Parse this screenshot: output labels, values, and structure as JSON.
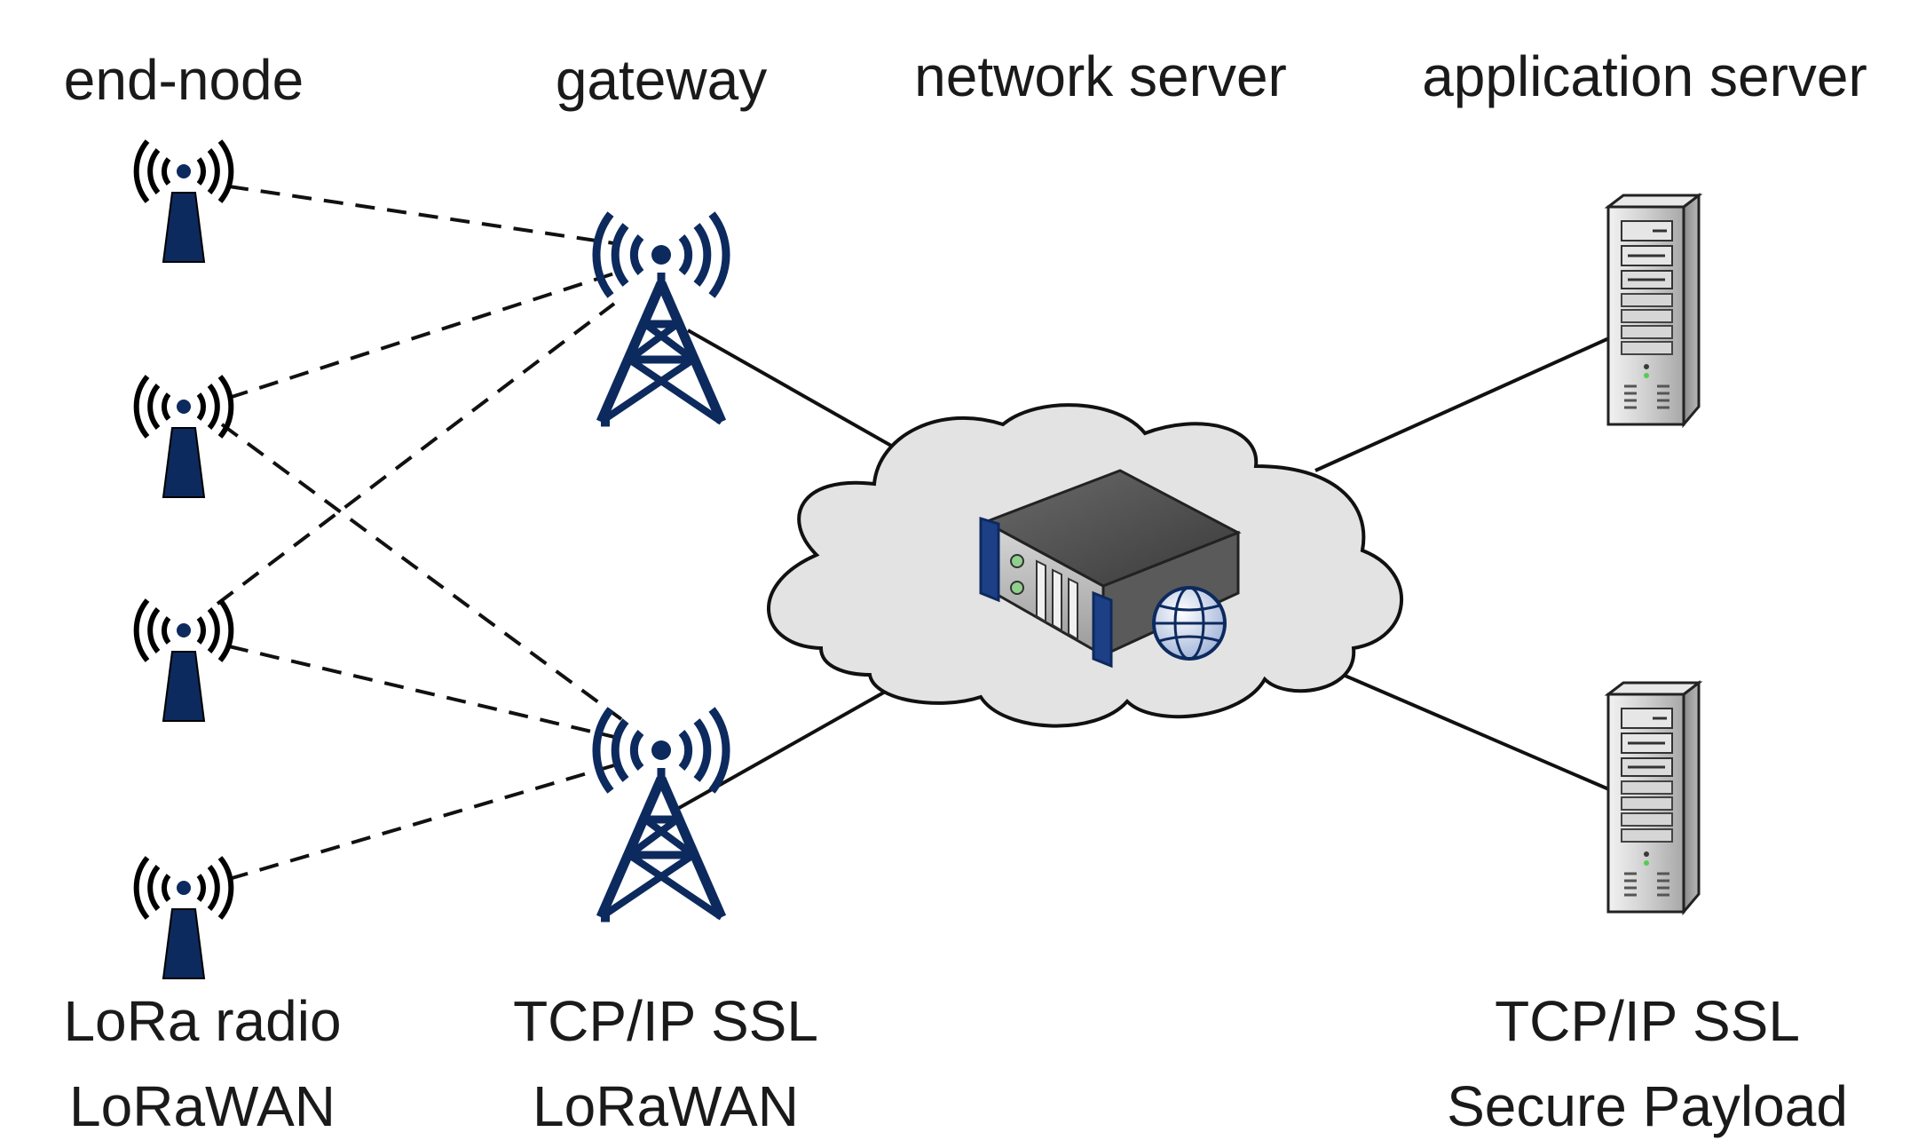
{
  "headers": {
    "end_node": "end-node",
    "gateway": "gateway",
    "network_server": "network server",
    "application_server": "application server"
  },
  "footers": {
    "end_node": {
      "line1": "LoRa radio",
      "line2": "LoRaWAN"
    },
    "gateway": {
      "line1": "TCP/IP SSL",
      "line2": "LoRaWAN"
    },
    "application_server": {
      "line1": "TCP/IP SSL",
      "line2": "Secure Payload"
    }
  },
  "colors": {
    "antenna_navy": "#0d2a5e",
    "cloud_fill": "#e3e3e3",
    "server_gray": "#b5b5b5",
    "line": "#111111"
  },
  "icons": {
    "end_node": "radio-antenna-icon",
    "gateway": "gateway-tower-icon",
    "network_server": "network-server-cloud-icon",
    "application_server": "server-tower-icon"
  }
}
